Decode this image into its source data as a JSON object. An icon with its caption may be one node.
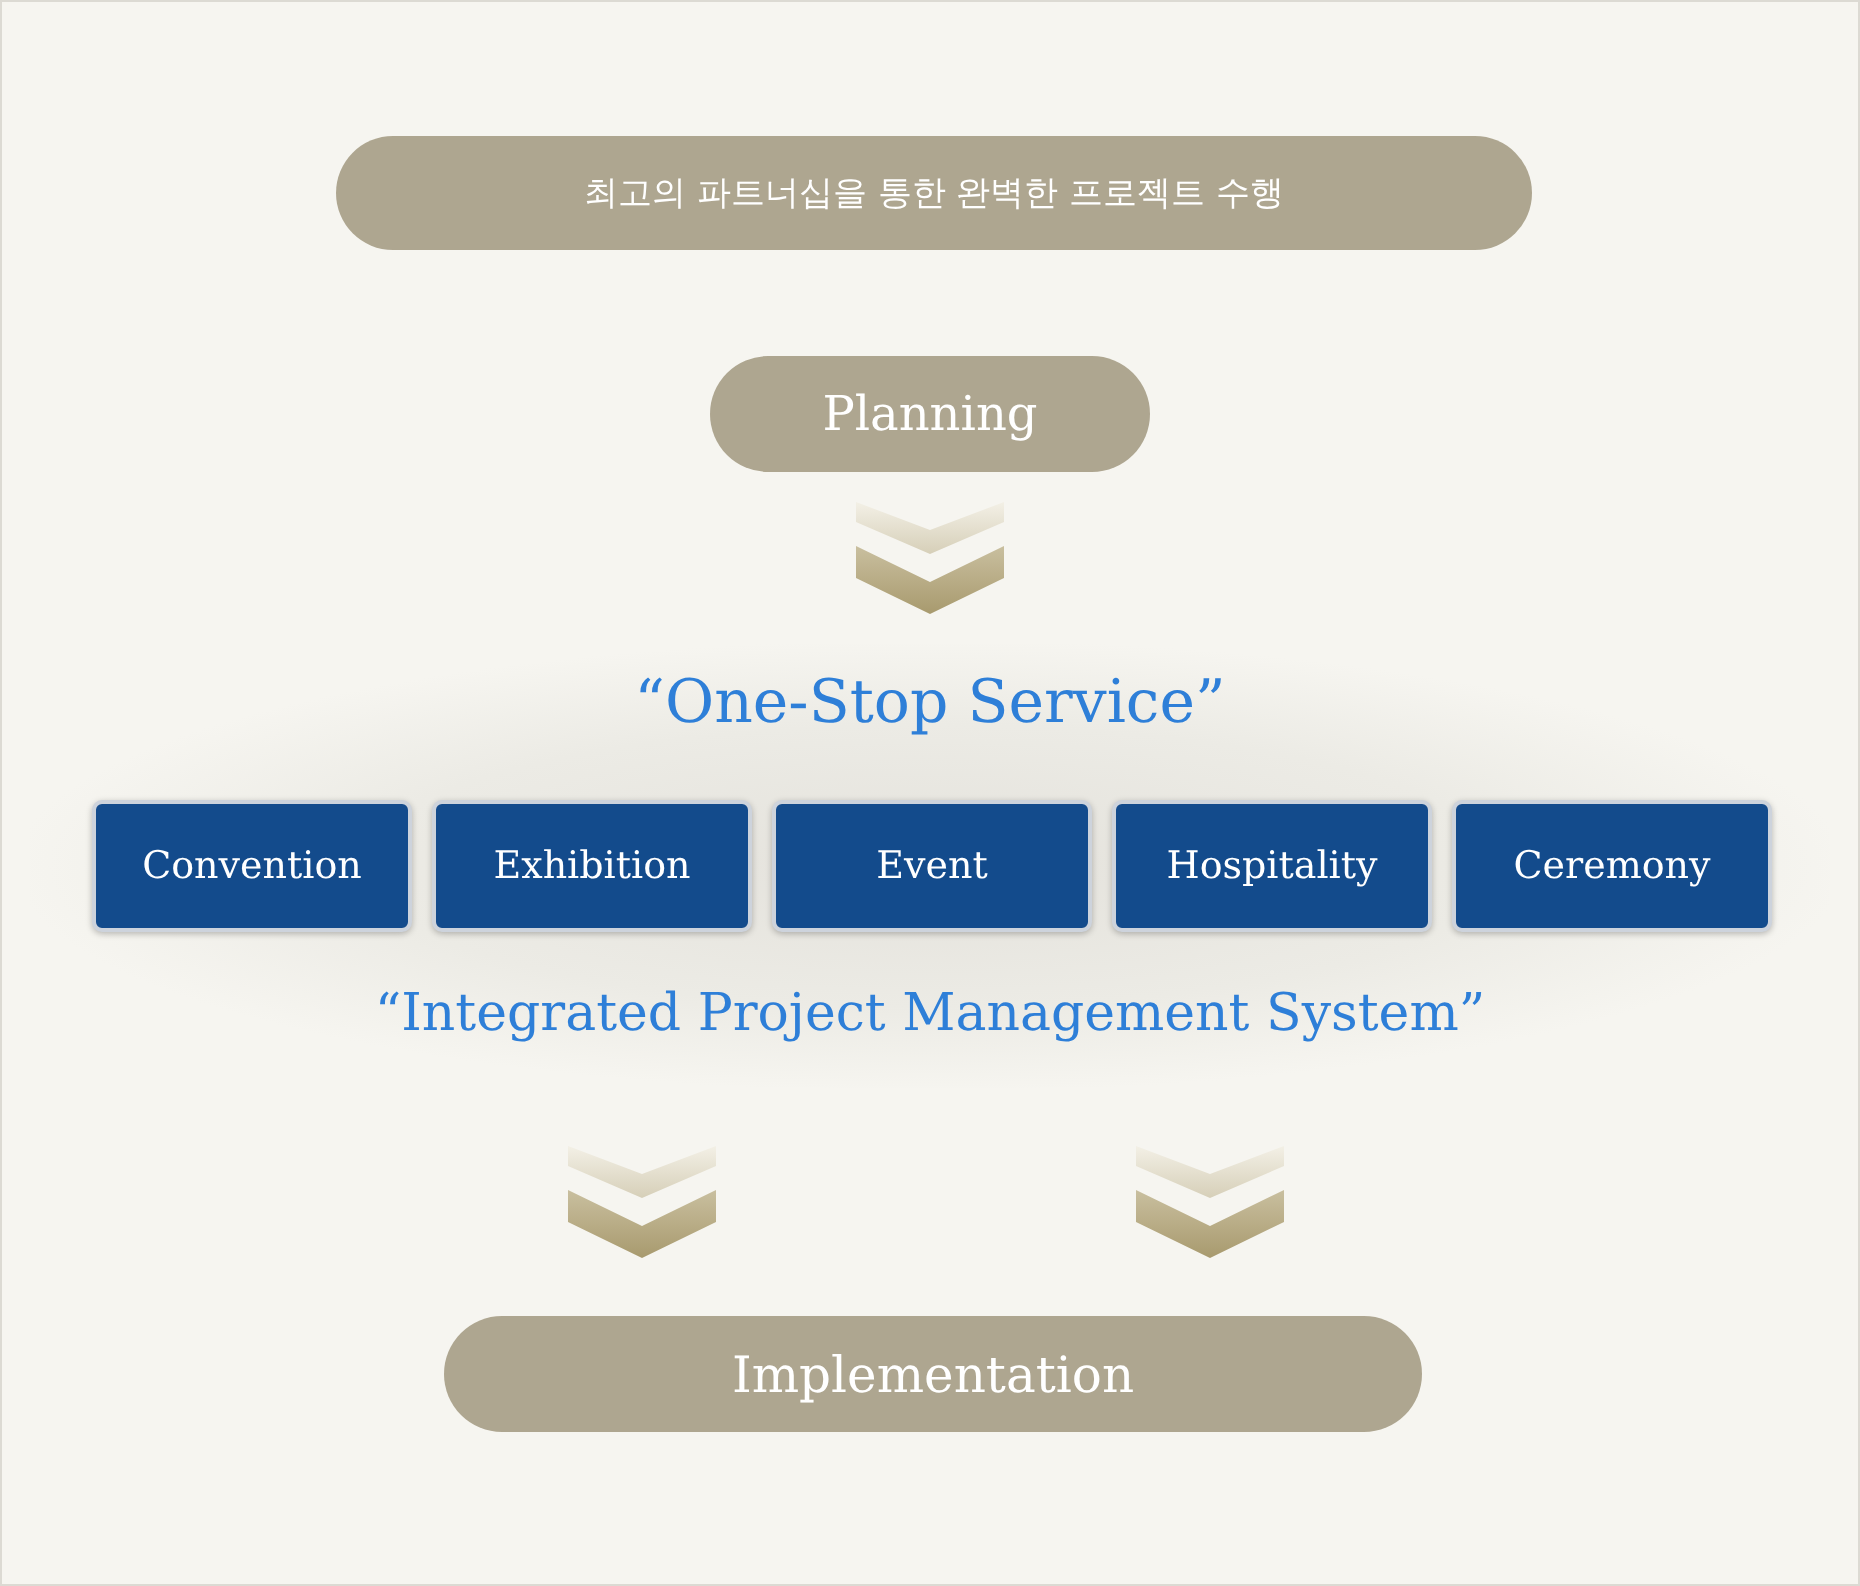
{
  "diagram": {
    "nodes": [
      {
        "text": [
          "최고의 파트너십을 통한 완벽한 프로젝트 수행"
        ]
      },
      {
        "text": [
          "Planning"
        ]
      },
      {
        "text": [
          "“One-Stop Service”",
          "“Integrated Project Management System”"
        ]
      },
      {
        "text": [
          "Convention"
        ],
        "in": 2
      },
      {
        "text": [
          "Exhibition"
        ],
        "in": 2
      },
      {
        "text": [
          "Event"
        ],
        "in": 2
      },
      {
        "text": [
          "Hospitality"
        ],
        "in": 2
      },
      {
        "text": [
          "Ceremony"
        ],
        "in": 2
      },
      {
        "text": [
          "Implementation"
        ]
      }
    ],
    "edges": [
      {
        "from": 1,
        "to": 2,
        "arrow": "to"
      },
      {
        "from": 2,
        "to": 8,
        "arrow": "to"
      },
      {
        "from": 2,
        "to": 8,
        "arrow": "to"
      }
    ]
  }
}
